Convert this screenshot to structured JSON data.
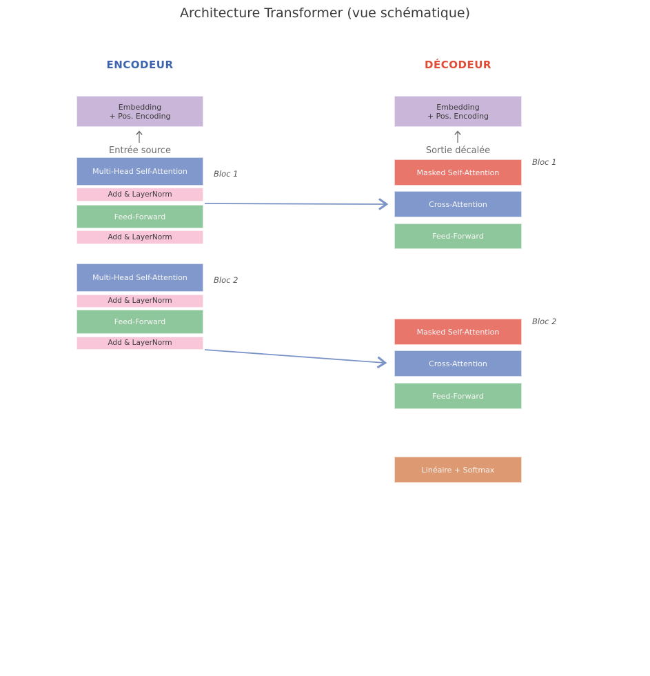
{
  "title": "Architecture Transformer (vue schématique)",
  "encoder": {
    "heading": "ENCODEUR",
    "embedding_line1": "Embedding",
    "embedding_line2": "+ Pos. Encoding",
    "input_label": "Entrée source",
    "blocks": [
      {
        "label": "Bloc 1",
        "layers": [
          "Multi-Head Self-Attention",
          "Add & LayerNorm",
          "Feed-Forward",
          "Add & LayerNorm"
        ]
      },
      {
        "label": "Bloc 2",
        "layers": [
          "Multi-Head Self-Attention",
          "Add & LayerNorm",
          "Feed-Forward",
          "Add & LayerNorm"
        ]
      }
    ]
  },
  "decoder": {
    "heading": "DÉCODEUR",
    "embedding_line1": "Embedding",
    "embedding_line2": "+ Pos. Encoding",
    "input_label": "Sortie décalée",
    "blocks": [
      {
        "label": "Bloc 1",
        "layers": [
          "Masked Self-Attention",
          "Cross-Attention",
          "Feed-Forward"
        ]
      },
      {
        "label": "Bloc 2",
        "layers": [
          "Masked Self-Attention",
          "Cross-Attention",
          "Feed-Forward"
        ]
      }
    ],
    "output_label": "Linéaire + Softmax"
  },
  "colors": {
    "embedding_lavender": "#c9b6d9",
    "attention_blue": "#8098cb",
    "addnorm_pink": "#f9c6d9",
    "feedforward_green": "#8ec79b",
    "masked_red": "#e8766b",
    "linear_orange": "#dd9a72",
    "encoder_heading": "#3e64ad",
    "decoder_heading": "#e04c35",
    "connector_arrow": "#7b94c7",
    "input_arrow": "#666666",
    "title_text": "#3a3a3a",
    "label_gray": "#6a6a6a"
  }
}
